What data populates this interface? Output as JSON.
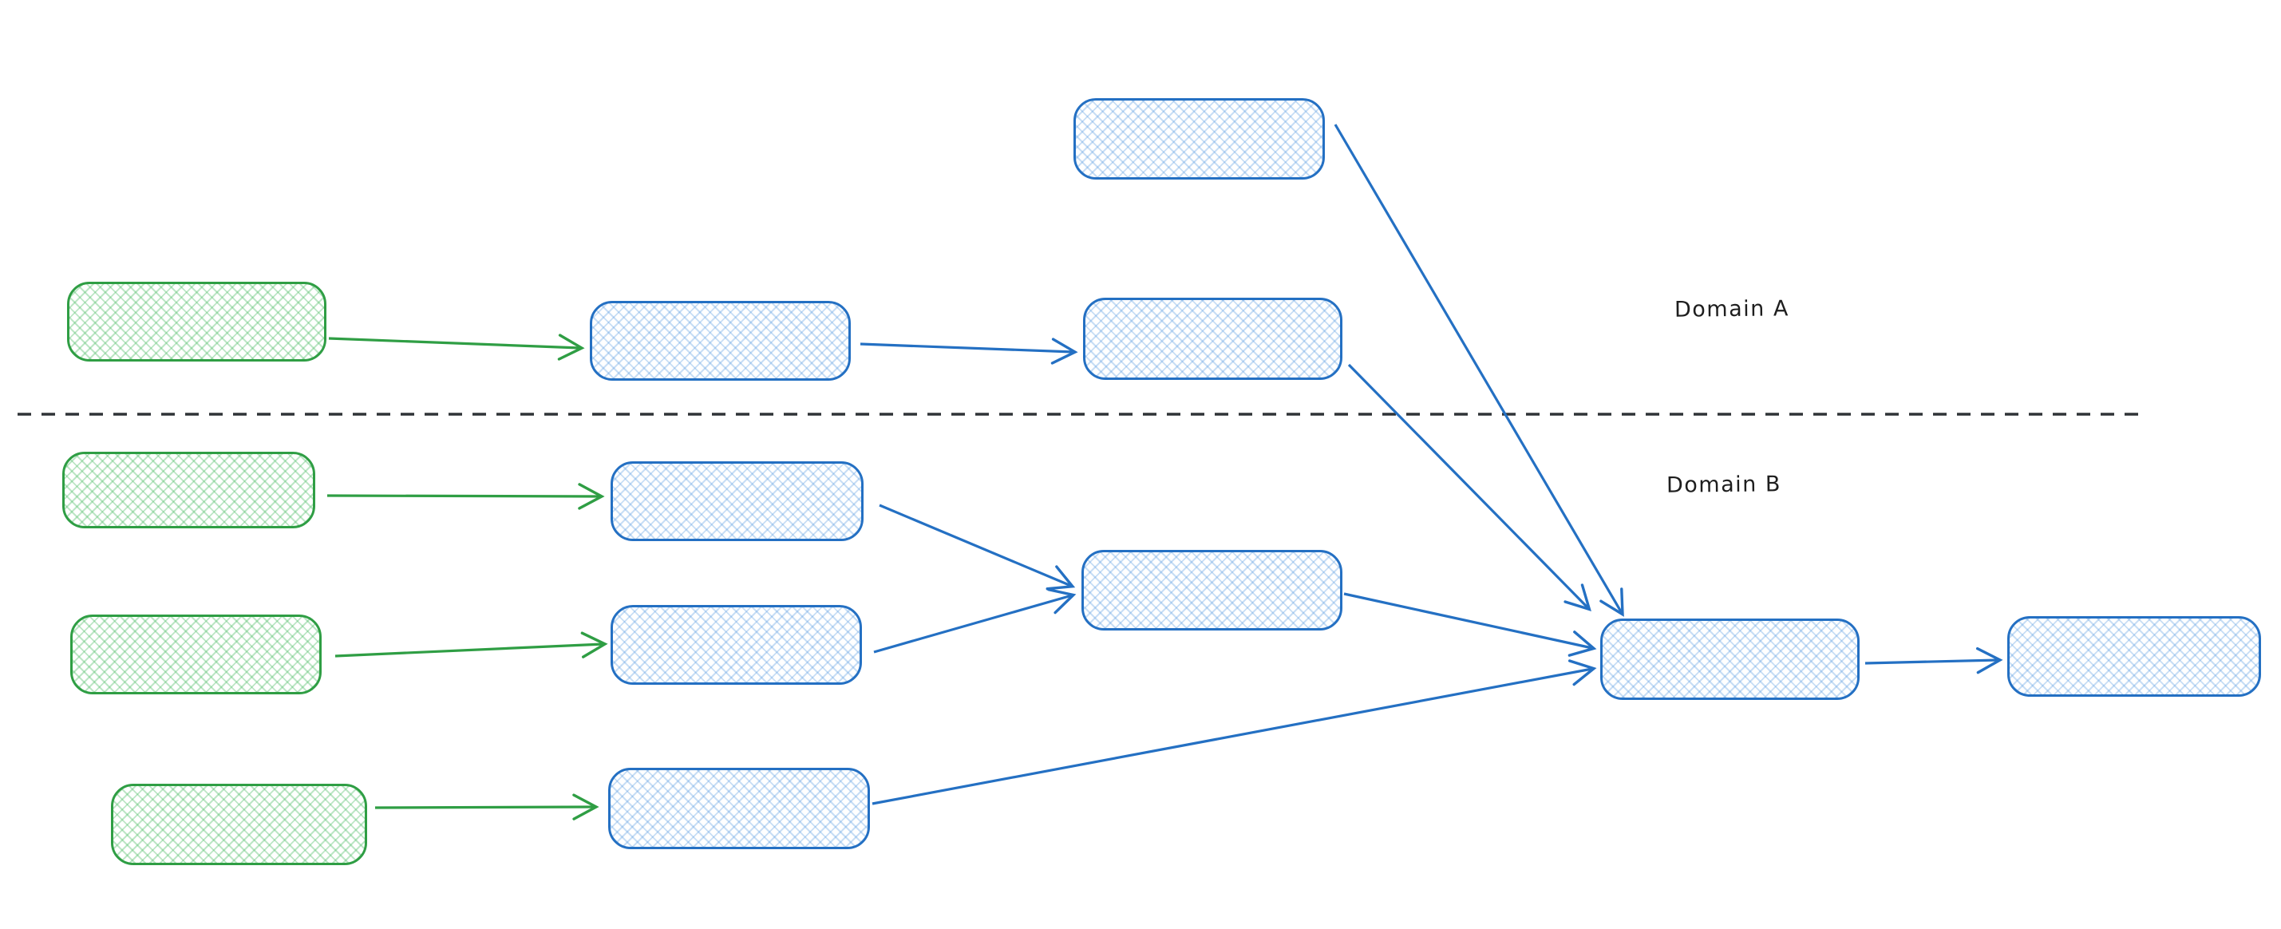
{
  "labels": {
    "domain_a": "Domain A",
    "domain_b": "Domain B"
  },
  "colors": {
    "green_stroke": "#2f9e44",
    "green_fill_hatch": "#b2e7bd",
    "blue_stroke": "#2470c3",
    "blue_fill_hatch": "#bcd9f5",
    "divider": "#2f3337",
    "label_text": "#1e1e1e",
    "background": "#ffffff"
  },
  "diagram": {
    "type": "flow-diagram",
    "style": "hand-drawn, cross-hatched empty rounded rectangles, no box text",
    "regions": [
      {
        "id": "domain-a",
        "label": "Domain A",
        "position": "above dashed divider"
      },
      {
        "id": "domain-b",
        "label": "Domain B",
        "position": "below dashed divider"
      }
    ],
    "nodes": [
      {
        "id": "node-a-top",
        "variant": "blue",
        "region": "domain-a"
      },
      {
        "id": "node-a-source",
        "variant": "green",
        "region": "domain-a"
      },
      {
        "id": "node-a-stage1",
        "variant": "blue",
        "region": "domain-a"
      },
      {
        "id": "node-a-stage2",
        "variant": "blue",
        "region": "domain-a"
      },
      {
        "id": "node-b-source-1",
        "variant": "green",
        "region": "domain-b"
      },
      {
        "id": "node-b-stage1-1",
        "variant": "blue",
        "region": "domain-b"
      },
      {
        "id": "node-b-source-2",
        "variant": "green",
        "region": "domain-b"
      },
      {
        "id": "node-b-stage1-2",
        "variant": "blue",
        "region": "domain-b"
      },
      {
        "id": "node-b-merge",
        "variant": "blue",
        "region": "domain-b"
      },
      {
        "id": "node-b-source-3",
        "variant": "green",
        "region": "domain-b"
      },
      {
        "id": "node-b-stage1-3",
        "variant": "blue",
        "region": "domain-b"
      },
      {
        "id": "node-merge-main",
        "variant": "blue",
        "region": "domain-b"
      },
      {
        "id": "node-output",
        "variant": "blue",
        "region": "domain-b"
      }
    ],
    "edges": [
      {
        "from": "node-a-source",
        "to": "node-a-stage1",
        "color": "green"
      },
      {
        "from": "node-a-stage1",
        "to": "node-a-stage2",
        "color": "blue"
      },
      {
        "from": "node-a-top",
        "to": "node-merge-main",
        "color": "blue"
      },
      {
        "from": "node-a-stage2",
        "to": "node-merge-main",
        "color": "blue"
      },
      {
        "from": "node-b-source-1",
        "to": "node-b-stage1-1",
        "color": "green"
      },
      {
        "from": "node-b-source-2",
        "to": "node-b-stage1-2",
        "color": "green"
      },
      {
        "from": "node-b-source-3",
        "to": "node-b-stage1-3",
        "color": "green"
      },
      {
        "from": "node-b-stage1-1",
        "to": "node-b-merge",
        "color": "blue"
      },
      {
        "from": "node-b-stage1-2",
        "to": "node-b-merge",
        "color": "blue"
      },
      {
        "from": "node-b-merge",
        "to": "node-merge-main",
        "color": "blue"
      },
      {
        "from": "node-b-stage1-3",
        "to": "node-merge-main",
        "color": "blue"
      },
      {
        "from": "node-merge-main",
        "to": "node-output",
        "color": "blue"
      }
    ]
  }
}
